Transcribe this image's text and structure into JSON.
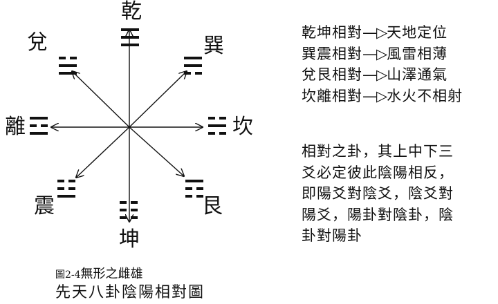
{
  "colors": {
    "ink": "#111111",
    "background": "#ffffff"
  },
  "trigrams": [
    {
      "id": "qian",
      "name": "乾",
      "lines": [
        "yang",
        "yang",
        "yang"
      ]
    },
    {
      "id": "xun",
      "name": "巽",
      "lines": [
        "yang",
        "yang",
        "yin"
      ]
    },
    {
      "id": "kan",
      "name": "坎",
      "lines": [
        "yin",
        "yang",
        "yin"
      ]
    },
    {
      "id": "gen",
      "name": "艮",
      "lines": [
        "yang",
        "yin",
        "yin"
      ]
    },
    {
      "id": "kun",
      "name": "坤",
      "lines": [
        "yin",
        "yin",
        "yin"
      ]
    },
    {
      "id": "zhen",
      "name": "震",
      "lines": [
        "yin",
        "yin",
        "yang"
      ]
    },
    {
      "id": "li",
      "name": "離",
      "lines": [
        "yang",
        "yin",
        "yang"
      ]
    },
    {
      "id": "dui",
      "name": "兌",
      "lines": [
        "yin",
        "yang",
        "yang"
      ]
    }
  ],
  "pairs": [
    {
      "left": "乾坤相對",
      "arrow": "—▷",
      "right": "天地定位"
    },
    {
      "left": "巽震相對",
      "arrow": "—▷",
      "right": "風雷相薄"
    },
    {
      "left": "兌艮相對",
      "arrow": "—▷",
      "right": "山澤通氣"
    },
    {
      "left": "坎離相對",
      "arrow": "—▷",
      "right": "水火不相射"
    }
  ],
  "explanation": [
    "相對之卦，其上中下三",
    "爻必定彼此陰陽相反，",
    "即陽爻對陰爻，陰爻對",
    "陽爻，陽卦對陰卦，陰",
    "卦對陽卦"
  ],
  "caption": {
    "figure_number": "圖2-4",
    "subtitle": "無形之雌雄",
    "title": "先天八卦陰陽相對圖"
  }
}
